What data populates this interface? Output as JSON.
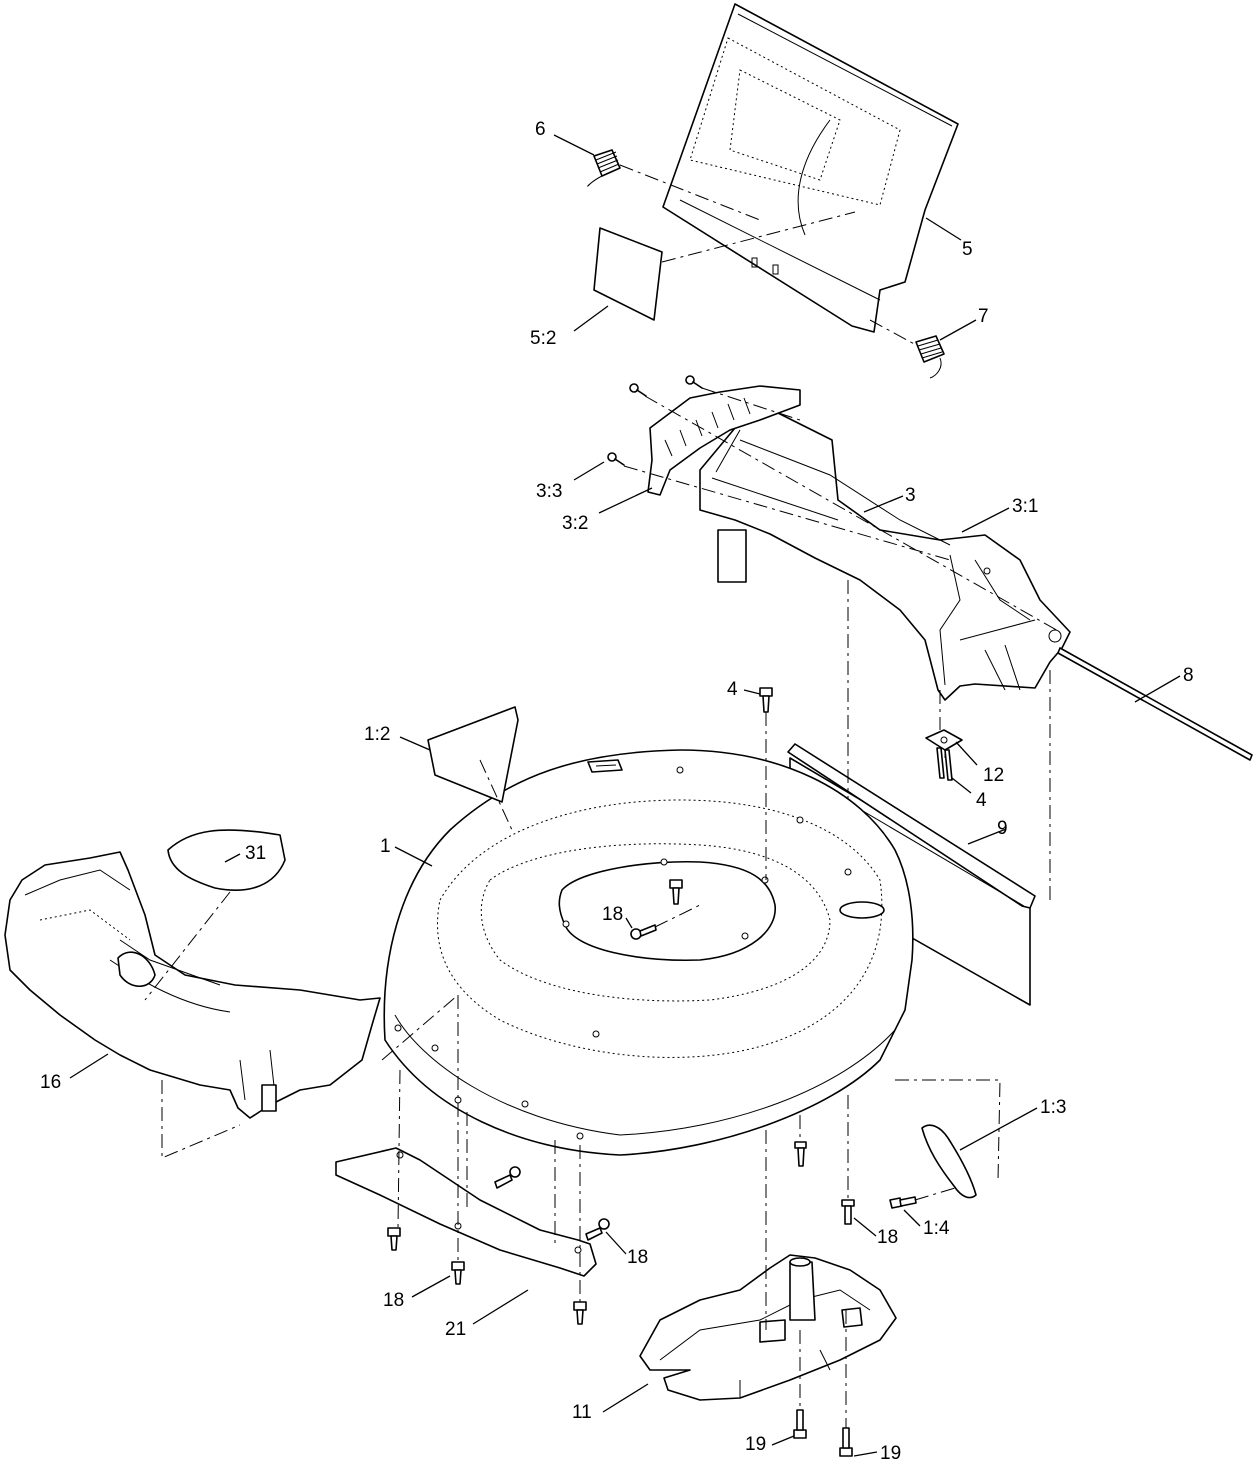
{
  "callouts": [
    {
      "id": "c-6",
      "text": "6"
    },
    {
      "id": "c-5",
      "text": "5"
    },
    {
      "id": "c-5-2",
      "text": "5:2"
    },
    {
      "id": "c-7",
      "text": "7"
    },
    {
      "id": "c-3-3",
      "text": "3:3"
    },
    {
      "id": "c-3-2",
      "text": "3:2"
    },
    {
      "id": "c-3",
      "text": "3"
    },
    {
      "id": "c-3-1",
      "text": "3:1"
    },
    {
      "id": "c-8",
      "text": "8"
    },
    {
      "id": "c-4-top",
      "text": "4"
    },
    {
      "id": "c-12",
      "text": "12"
    },
    {
      "id": "c-4-right",
      "text": "4"
    },
    {
      "id": "c-1-2",
      "text": "1:2"
    },
    {
      "id": "c-9",
      "text": "9"
    },
    {
      "id": "c-1",
      "text": "1"
    },
    {
      "id": "c-31",
      "text": "31"
    },
    {
      "id": "c-18-center",
      "text": "18"
    },
    {
      "id": "c-16",
      "text": "16"
    },
    {
      "id": "c-1-3",
      "text": "1:3"
    },
    {
      "id": "c-18-right",
      "text": "18"
    },
    {
      "id": "c-1-4",
      "text": "1:4"
    },
    {
      "id": "c-18-mid",
      "text": "18"
    },
    {
      "id": "c-18-left",
      "text": "18"
    },
    {
      "id": "c-21",
      "text": "21"
    },
    {
      "id": "c-11",
      "text": "11"
    },
    {
      "id": "c-19-left",
      "text": "19"
    },
    {
      "id": "c-19-right",
      "text": "19"
    }
  ]
}
